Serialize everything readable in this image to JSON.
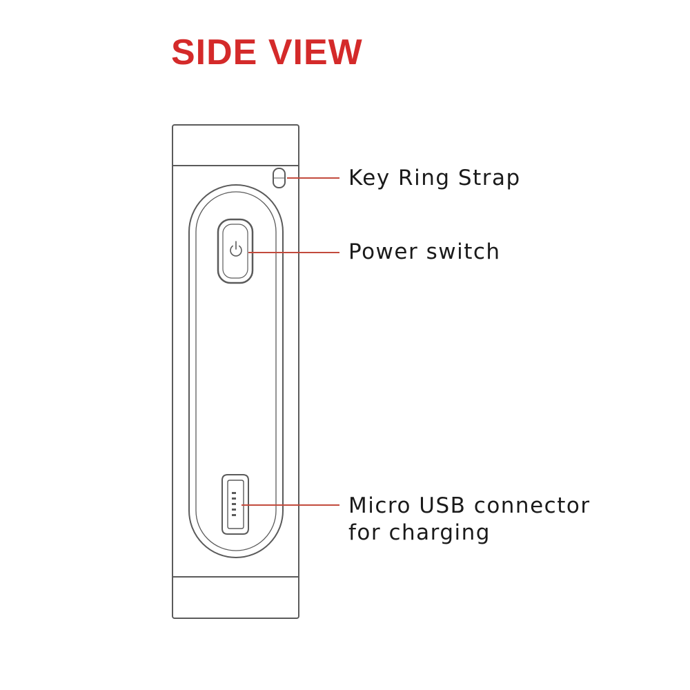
{
  "title": "SIDE VIEW",
  "colors": {
    "title": "#d42a2a",
    "leader_line": "#c24a3c",
    "outline": "#5a5a5a",
    "label_text": "#1a1a1a"
  },
  "callouts": {
    "key_ring": "Key Ring Strap",
    "power": "Power switch",
    "usb_line1": "Micro USB connector",
    "usb_line2": "for charging"
  },
  "icons": [
    "power-symbol-icon",
    "micro-usb-port-icon"
  ]
}
